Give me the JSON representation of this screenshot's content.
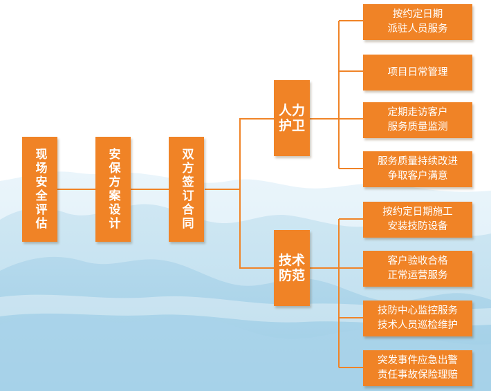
{
  "flow": [
    {
      "id": "assessment",
      "text": "现场安全评估"
    },
    {
      "id": "plan",
      "text": "安保方案设计"
    },
    {
      "id": "contract",
      "text": "双方签订合同"
    }
  ],
  "branches": [
    {
      "lines": [
        "人力",
        "护卫"
      ],
      "items": [
        {
          "lines": [
            "按约定日期",
            "派驻人员服务"
          ]
        },
        {
          "lines": [
            "项目日常管理"
          ]
        },
        {
          "lines": [
            "定期走访客户",
            "服务质量监测"
          ]
        },
        {
          "lines": [
            "服务质量持续改进",
            "争取客户满意"
          ]
        }
      ]
    },
    {
      "lines": [
        "技术",
        "防范"
      ],
      "items": [
        {
          "lines": [
            "按约定日期施工",
            "安装技防设备"
          ]
        },
        {
          "lines": [
            "客户验收合格",
            "正常运营服务"
          ]
        },
        {
          "lines": [
            "技防中心监控服务",
            "技术人员巡检维护"
          ]
        },
        {
          "lines": [
            "突发事件应急出警",
            "责任事故保险理赔"
          ]
        }
      ]
    }
  ],
  "colors": {
    "box": "#f08326",
    "line": "#f08326",
    "text": "#ffffff",
    "mountain": "#a9d3ea"
  }
}
